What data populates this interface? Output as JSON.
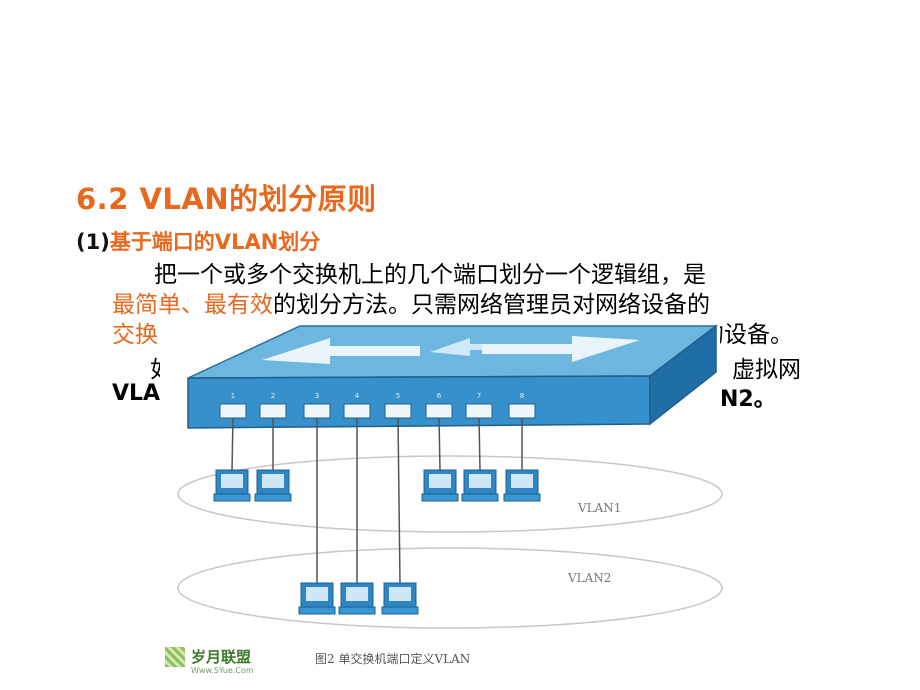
{
  "slide": {
    "title": "6.2 VLAN的划分原则",
    "subheading_num": "(1)",
    "subheading_text": "基于端口的VLAN划分",
    "para_line1": "把一个或多个交换机上的几个端口划分一个逻辑组，是",
    "para_line2_hl": "最简单、最有效",
    "para_line2_rest": "的划分方法。只需网络管理员对网络设备的",
    "para_line3_hl": "交换",
    "para_line3_rest": "接的设备。",
    "line4_start": "如",
    "line4_end": "虚拟网",
    "line5_start": "VLA",
    "line5_end": "N2。"
  },
  "figure": {
    "vlan1_label": "VLAN1",
    "vlan2_label": "VLAN2",
    "caption": "图2 单交换机端口定义VLAN",
    "logo_name": "岁月联盟",
    "logo_url": "Www.SYue.Com",
    "port_numbers": [
      "1",
      "2",
      "3",
      "4",
      "5",
      "6",
      "7",
      "8"
    ]
  },
  "colors": {
    "accent": "#e8681e",
    "switch_top": "#5aa8d8",
    "switch_front": "#2f86c4"
  }
}
